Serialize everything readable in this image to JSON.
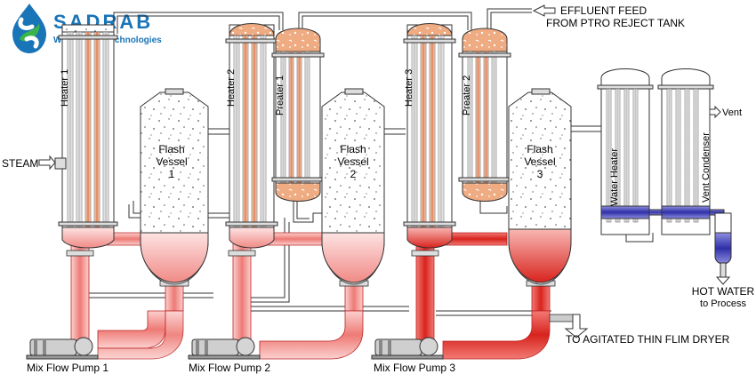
{
  "brand": {
    "name": "SADRAB",
    "tagline": "Wastewater Technologies",
    "colors": {
      "primary": "#1a74b8",
      "secondary": "#3ab54a"
    }
  },
  "equipment": {
    "heater_1": "Heater 1",
    "heater_2": "Heater 2",
    "heater_3": "Heater 3",
    "preheater_1": "Preater 1",
    "preheater_2": "Preater 2",
    "flash_vessel_1": {
      "line1": "Flash",
      "line2": "Vessel",
      "line3": "1"
    },
    "flash_vessel_2": {
      "line1": "Flash",
      "line2": "Vessel",
      "line3": "2"
    },
    "flash_vessel_3": {
      "line1": "Flash",
      "line2": "Vessel",
      "line3": "3"
    },
    "water_heater": "Water Heater",
    "vent_condenser": "Vent Condenser",
    "pump_1": "Mix Flow Pump 1",
    "pump_2": "Mix Flow Pump 2",
    "pump_3": "Mix Flow Pump 3"
  },
  "streams": {
    "steam": "STEAM",
    "effluent_line1": "EFFLUENT FEED",
    "effluent_line2": "FROM PTRO REJECT TANK",
    "vent": "Vent",
    "hot_water_line1": "HOT WATER",
    "hot_water_line2": "to Process",
    "dryer": "TO AGITATED THIN FLIM DRYER"
  },
  "colors": {
    "liquid_light": "#f6b0ad",
    "liquid_mid": "#ee6c68",
    "liquid_dark": "#e02a25",
    "water": "#3b3bb8",
    "copper": "#e8a077",
    "metal": "#e8e8e8",
    "outline": "#222222"
  }
}
